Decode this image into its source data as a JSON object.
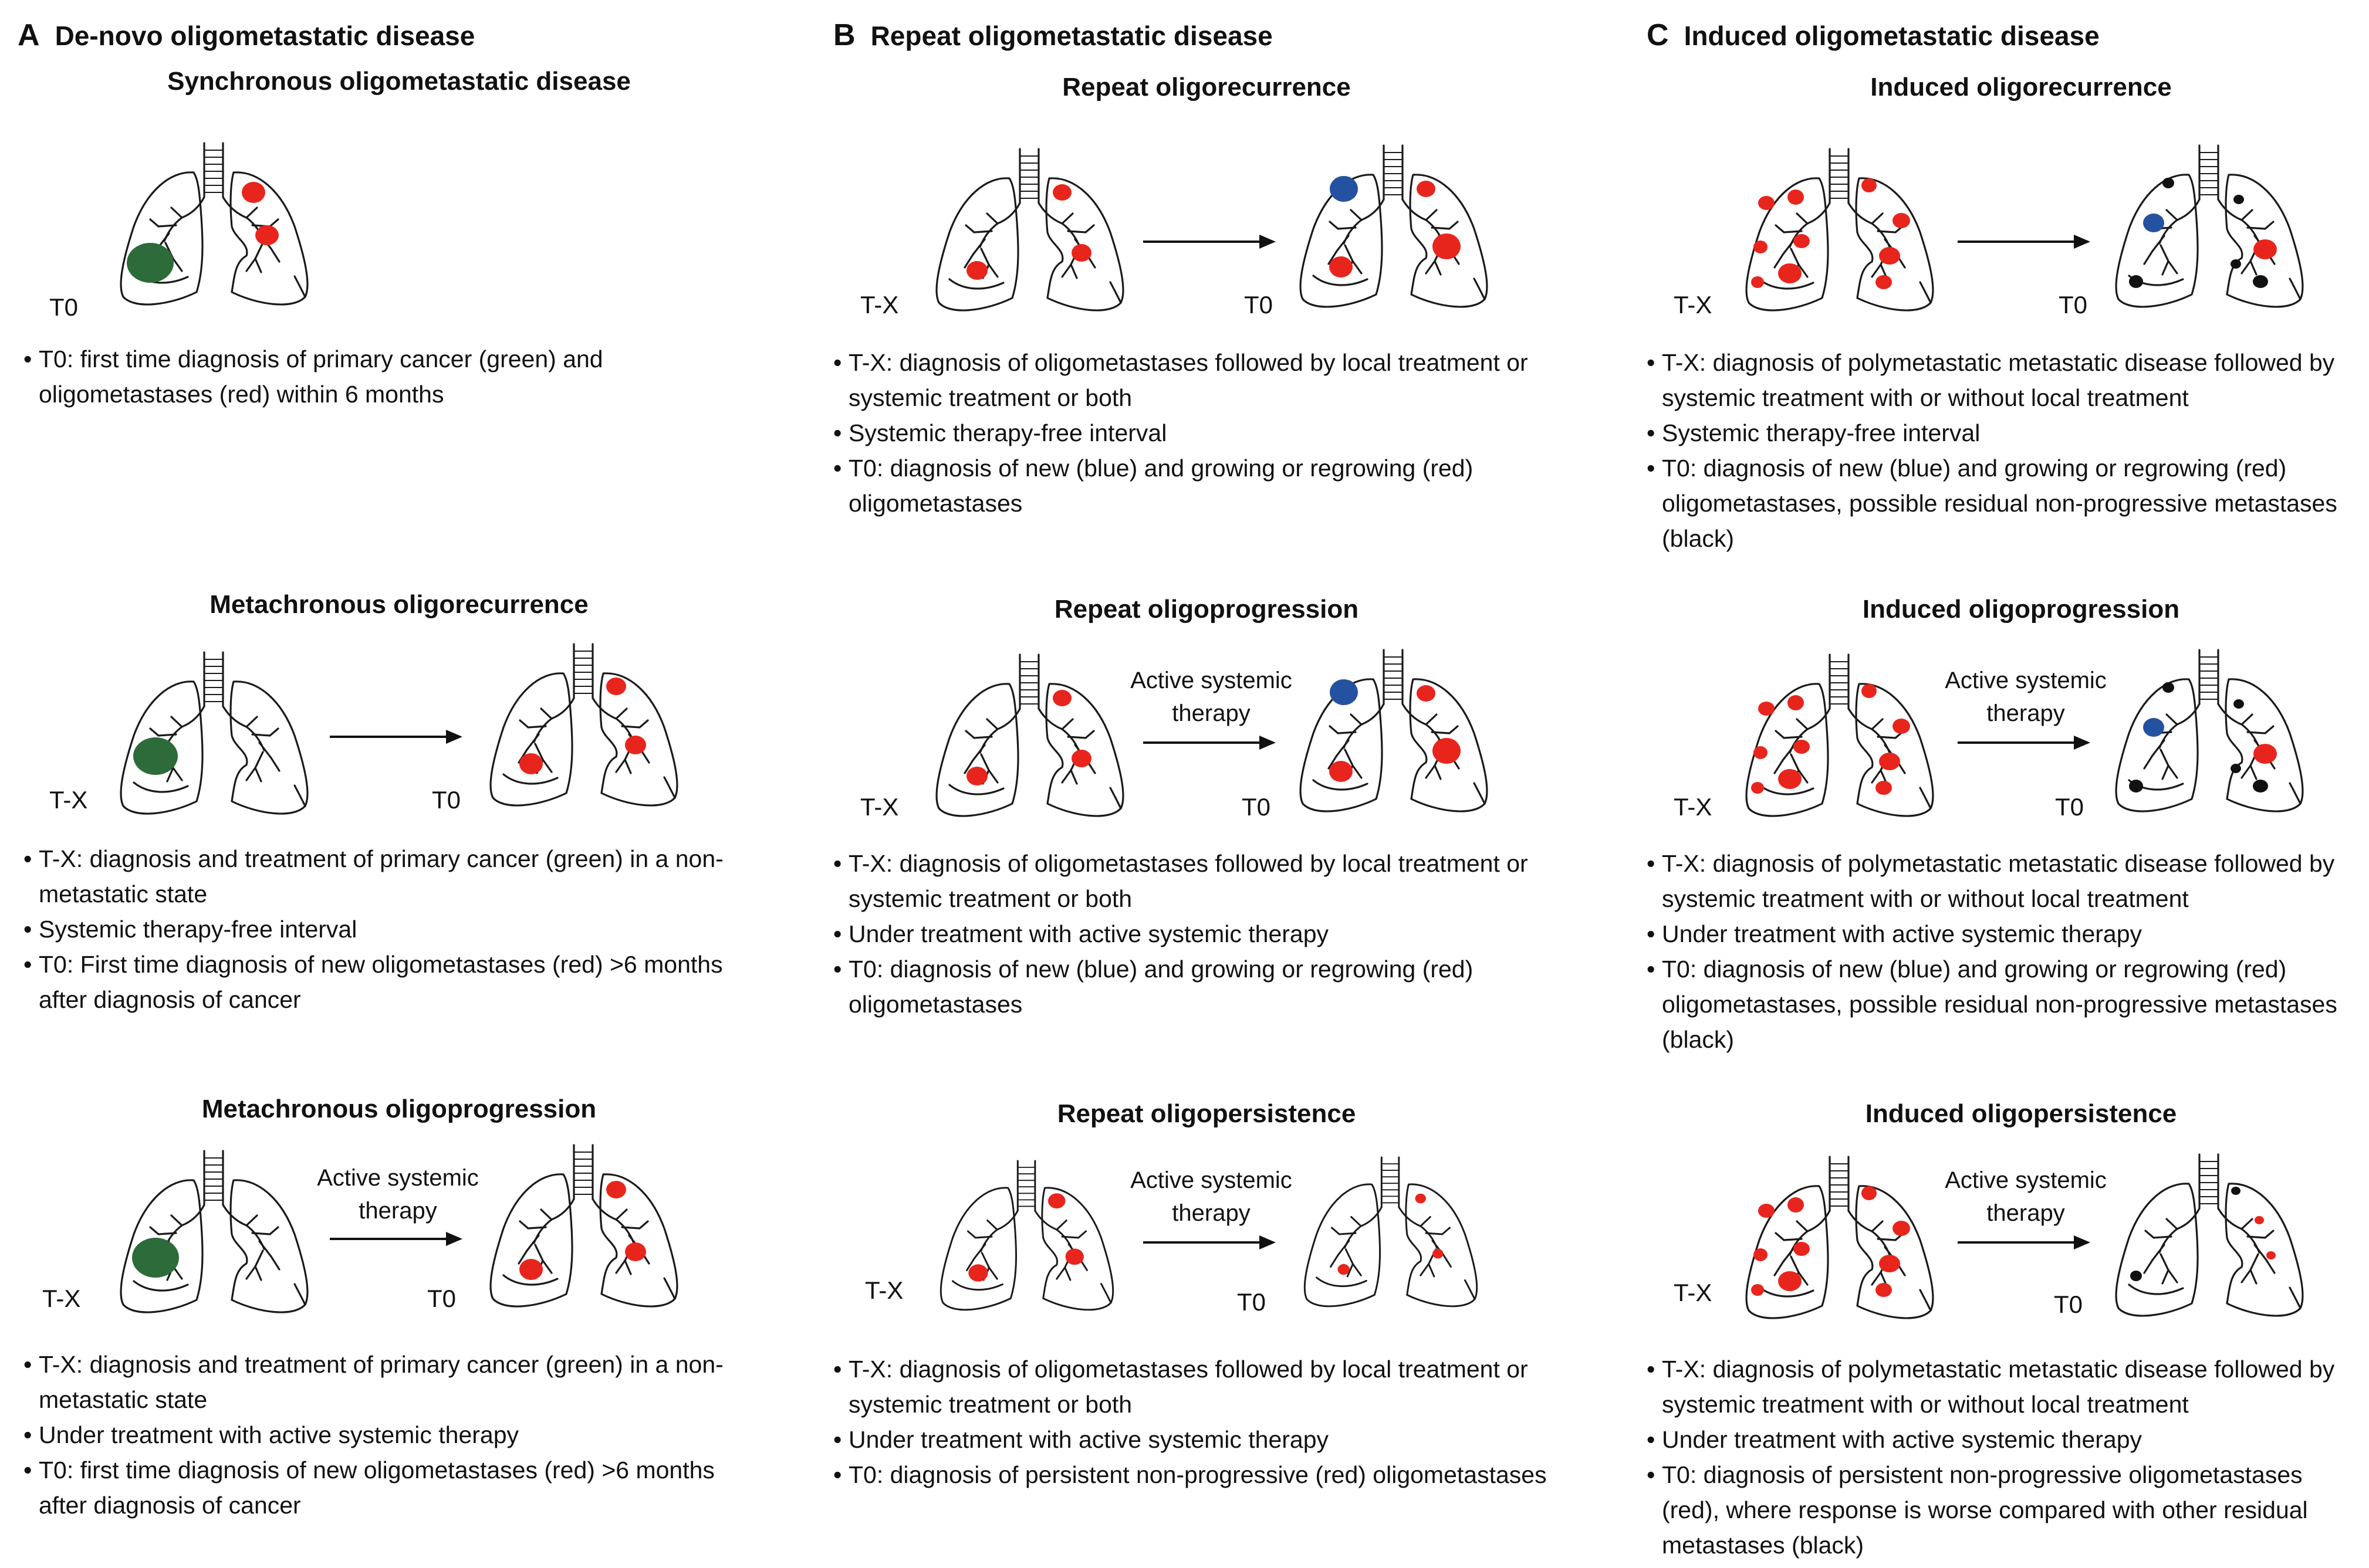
{
  "colors": {
    "primary": "#2e6b3a",
    "oligometastasis": "#e8251c",
    "new_metastasis": "#2452a0",
    "residual": "#111111"
  },
  "icons": {
    "lungs": "lungs-diagram-icon",
    "arrow": "right-arrow-icon"
  },
  "panels": [
    {
      "letter": "A",
      "title": "De-novo oligometastatic disease",
      "rows": [
        {
          "title": "Synchronous oligometastatic disease",
          "t1": "T0",
          "bullets": [
            "T0: first time diagnosis of primary cancer (green) and oligometastases (red) within 6 months"
          ]
        },
        {
          "title": "Metachronous oligorecurrence",
          "t1": "T-X",
          "t2": "T0",
          "arrow": "",
          "bullets": [
            "T-X: diagnosis and treatment of primary cancer (green) in a non-metastatic state",
            "Systemic therapy-free interval",
            "T0: First time diagnosis of new oligometastases (red) >6 months after diagnosis of cancer"
          ]
        },
        {
          "title": "Metachronous oligoprogression",
          "t1": "T-X",
          "t2": "T0",
          "arrow": "Active systemic therapy",
          "bullets": [
            "T-X: diagnosis and treatment of primary cancer (green) in a non-metastatic state",
            "Under treatment with active systemic therapy",
            "T0: first time diagnosis of new oligometastases (red) >6 months after diagnosis of cancer"
          ]
        }
      ]
    },
    {
      "letter": "B",
      "title": "Repeat oligometastatic disease",
      "rows": [
        {
          "title": "Repeat oligorecurrence",
          "t1": "T-X",
          "t2": "T0",
          "arrow": "",
          "bullets": [
            "T-X: diagnosis of oligometastases followed by local treatment or systemic treatment or both",
            "Systemic therapy-free interval",
            "T0: diagnosis of new (blue) and growing or regrowing (red) oligometastases"
          ]
        },
        {
          "title": "Repeat oligoprogression",
          "t1": "T-X",
          "t2": "T0",
          "arrow": "Active systemic therapy",
          "bullets": [
            "T-X: diagnosis of oligometastases followed by local treatment or systemic treatment or both",
            "Under treatment with active systemic therapy",
            "T0: diagnosis of new (blue) and growing or regrowing (red) oligometastases"
          ]
        },
        {
          "title": "Repeat oligopersistence",
          "t1": "T-X",
          "t2": "T0",
          "arrow": "Active systemic therapy",
          "bullets": [
            "T-X: diagnosis of oligometastases followed by local treatment or systemic treatment or both",
            "Under treatment with active systemic therapy",
            "T0: diagnosis of persistent non-progressive (red) oligometastases"
          ]
        }
      ]
    },
    {
      "letter": "C",
      "title": "Induced oligometastatic disease",
      "rows": [
        {
          "title": "Induced oligorecurrence",
          "t1": "T-X",
          "t2": "T0",
          "arrow": "",
          "bullets": [
            "T-X: diagnosis of polymetastatic metastatic disease followed by systemic treatment with or without local treatment",
            "Systemic therapy-free interval",
            "T0: diagnosis of new (blue) and growing or regrowing (red) oligometastases, possible residual non-progressive metastases (black)"
          ]
        },
        {
          "title": "Induced oligoprogression",
          "t1": "T-X",
          "t2": "T0",
          "arrow": "Active systemic therapy",
          "bullets": [
            "T-X: diagnosis of polymetastatic metastatic disease followed by systemic treatment with or without local treatment",
            "Under treatment with active systemic therapy",
            "T0: diagnosis of new (blue) and growing or regrowing (red) oligometastases, possible residual non-progressive metastases (black)"
          ]
        },
        {
          "title": "Induced oligopersistence",
          "t1": "T-X",
          "t2": "T0",
          "arrow": "Active systemic therapy",
          "bullets": [
            "T-X: diagnosis of polymetastatic metastatic disease followed by systemic treatment with or without local treatment",
            "Under treatment with active systemic therapy",
            "T0: diagnosis of persistent non-progressive oligometastases (red), where response is worse compared with other residual metastases (black)"
          ]
        }
      ]
    }
  ]
}
